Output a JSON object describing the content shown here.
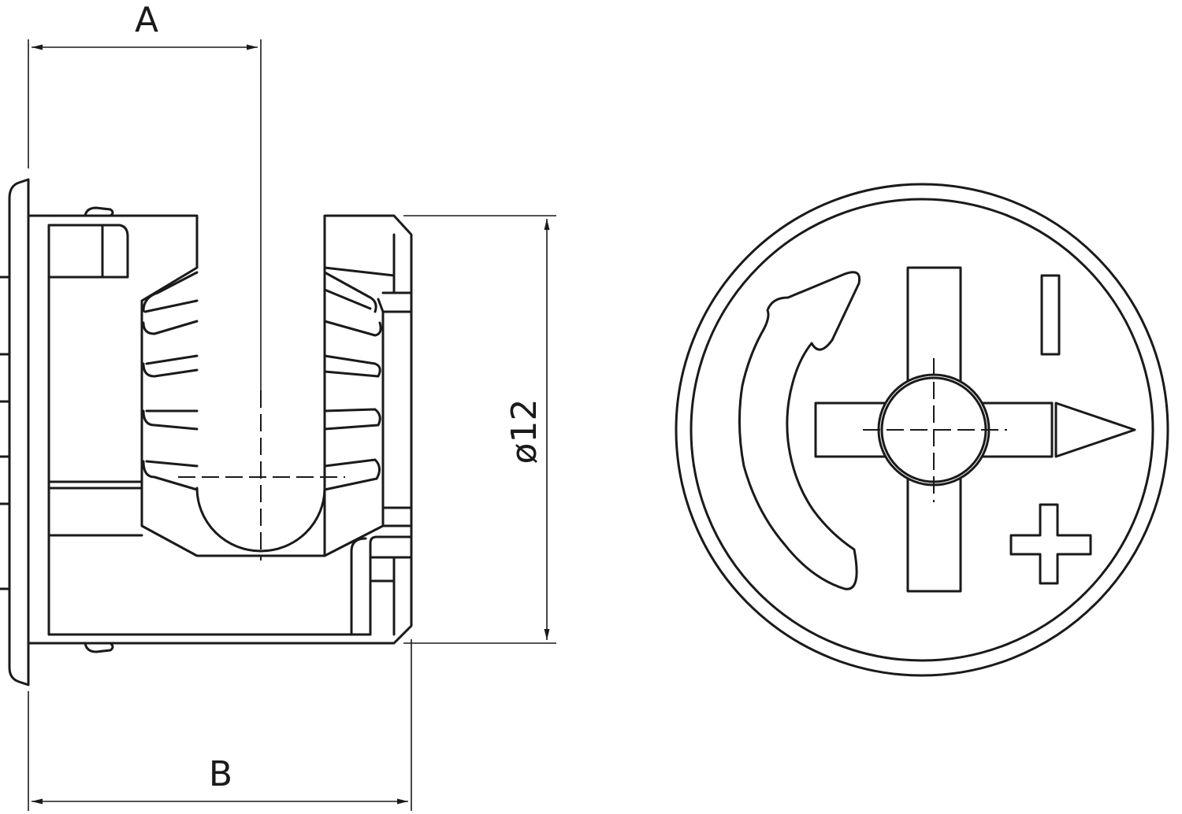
{
  "dimensions": {
    "a_label": "A",
    "b_label": "B",
    "diameter_label": "ø12"
  },
  "symbols": {
    "minus": "minus-sign",
    "plus": "plus-sign",
    "arrow": "rotation-arrow"
  }
}
